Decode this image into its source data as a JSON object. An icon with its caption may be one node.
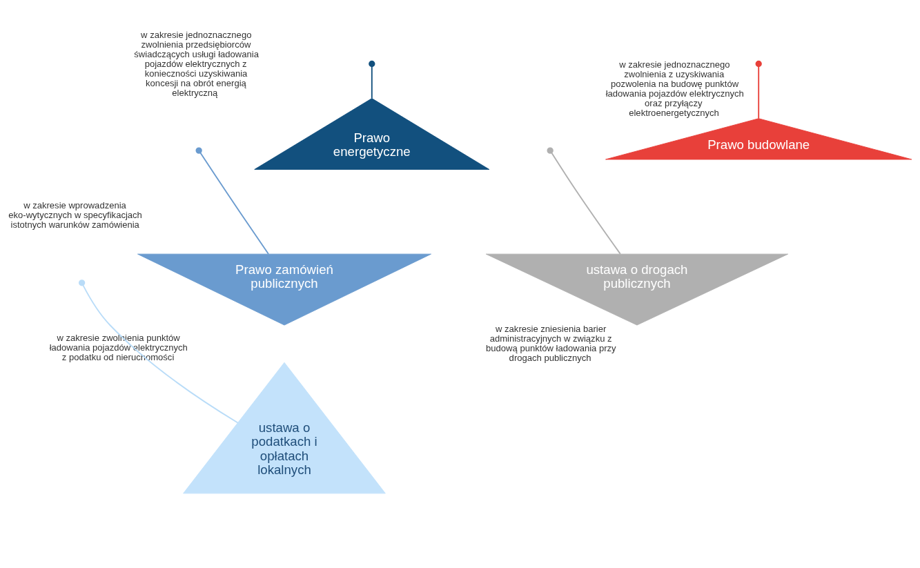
{
  "diagram": {
    "nodes": [
      {
        "text": [
          "Prawo energetyczne"
        ],
        "beside": [
          "w zakresie jednoznacznego zwolnienia przedsiębiorców świadczących usługi ładowania pojazdów elektrycznych z konieczności uzyskiwania koncesji na obrót energią elektryczną"
        ]
      },
      {
        "text": [
          "Prawo budowlane"
        ],
        "beside": [
          "w zakresie jednoznacznego zwolnienia z uzyskiwania pozwolenia na budowę punktów ładowania pojazdów elektrycznych oraz przyłączy elektroenergetycznych"
        ]
      },
      {
        "text": [
          "Prawo zamówień publicznych"
        ],
        "beside": [
          "w zakresie wprowadzenia eko-wytycznych w specyfikacjach istotnych warunków zamówienia"
        ]
      },
      {
        "text": [
          "ustawa o drogach publicznych"
        ],
        "beside": [
          "w zakresie zniesienia barier administracyjnych w związku z budową punktów ładowania przy drogach publicznych"
        ]
      },
      {
        "text": [
          "ustawa o podatkach i opłatach lokalnych"
        ],
        "beside": [
          "w zakresie zwolnienia punktów ładowania pojazdów elektrycznych z podatku od nieruchomości"
        ]
      }
    ],
    "edges": [
      {
        "from": null,
        "to": 0,
        "arrow": "other",
        "color": "#12507e"
      },
      {
        "from": null,
        "to": 1,
        "arrow": "other",
        "color": "#e8403a"
      },
      {
        "from": null,
        "to": 2,
        "arrow": "other",
        "color": "#6a9bcf"
      },
      {
        "from": null,
        "to": 3,
        "arrow": "other",
        "color": "#b0b0b0"
      },
      {
        "from": null,
        "to": 4,
        "arrow": "other",
        "color": "#b9dcf8"
      }
    ]
  }
}
